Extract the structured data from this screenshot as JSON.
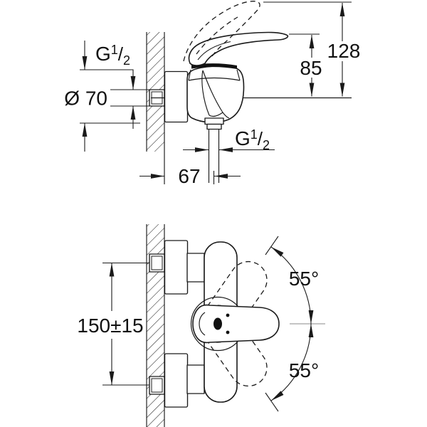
{
  "drawing": {
    "background": "#ffffff",
    "line_color": "#1a1a1a",
    "centerline_color": "#8a8a8a",
    "side_view": {
      "inlet_thread": {
        "letter": "G",
        "numerator": "1",
        "slash": "/",
        "denominator": "2"
      },
      "escutcheon_diameter": "Ø 70",
      "handle_height": "85",
      "raised_handle_height": "128",
      "wall_to_outlet": "67",
      "outlet_thread": {
        "letter": "G",
        "numerator": "1",
        "slash": "/",
        "denominator": "2"
      }
    },
    "plan_view": {
      "connection_spacing": "150±15",
      "swivel_angle_up": "55°",
      "swivel_angle_down": "55°"
    }
  }
}
